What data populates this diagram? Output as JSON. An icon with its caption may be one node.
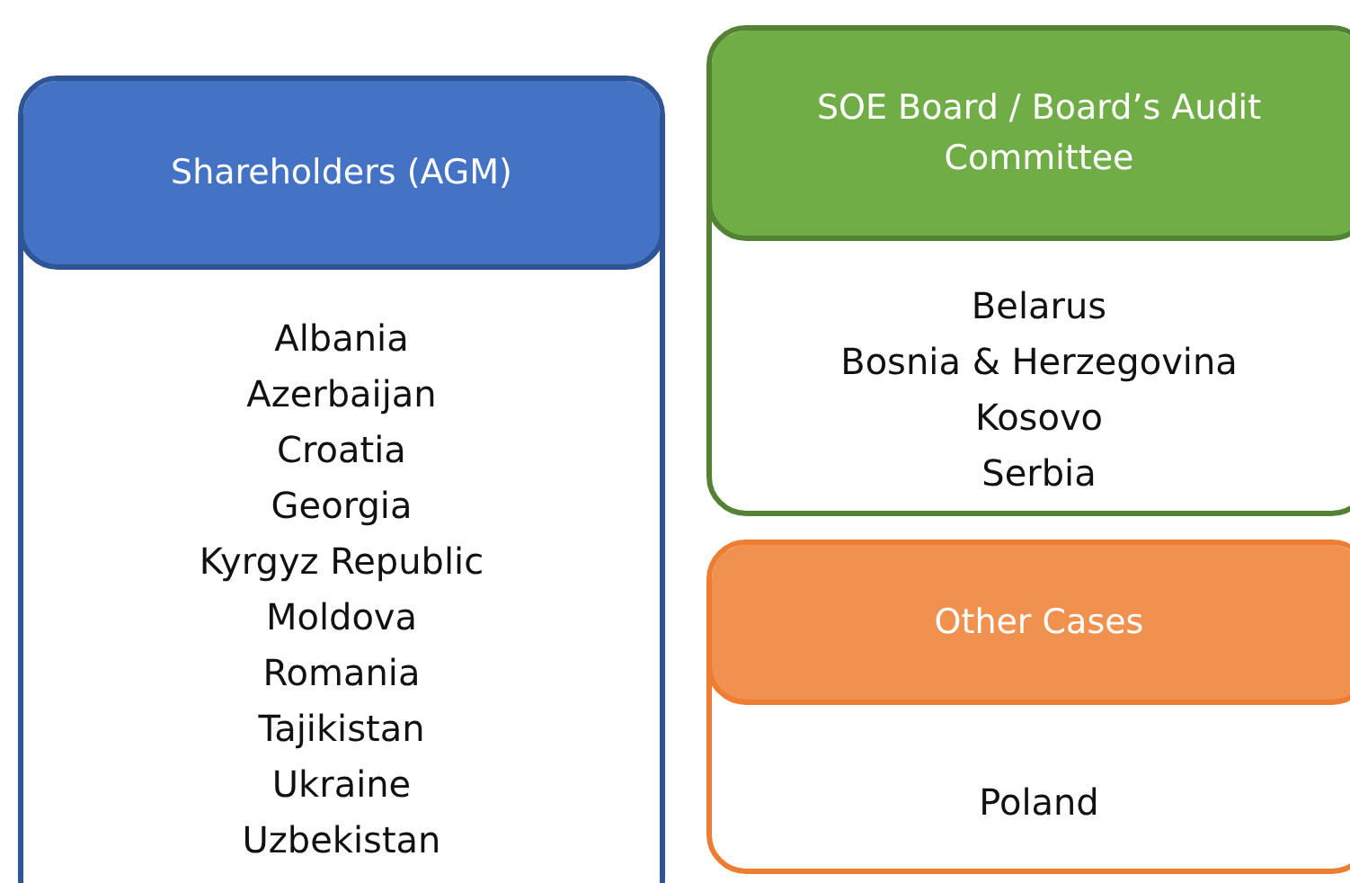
{
  "diagram": {
    "nodes": [
      {
        "text": [
          "Shareholders (AGM)",
          "Albania",
          "Azerbaijan",
          "Croatia",
          "Georgia",
          "Kyrgyz Republic",
          "Moldova",
          "Romania",
          "Tajikistan",
          "Ukraine",
          "Uzbekistan"
        ]
      },
      {
        "text": [
          "SOE Board / Board’s Audit Committee",
          "Belarus",
          "Bosnia & Herzegovina",
          "Kosovo",
          "Serbia"
        ]
      },
      {
        "text": [
          "Other Cases",
          "Poland"
        ]
      }
    ]
  }
}
